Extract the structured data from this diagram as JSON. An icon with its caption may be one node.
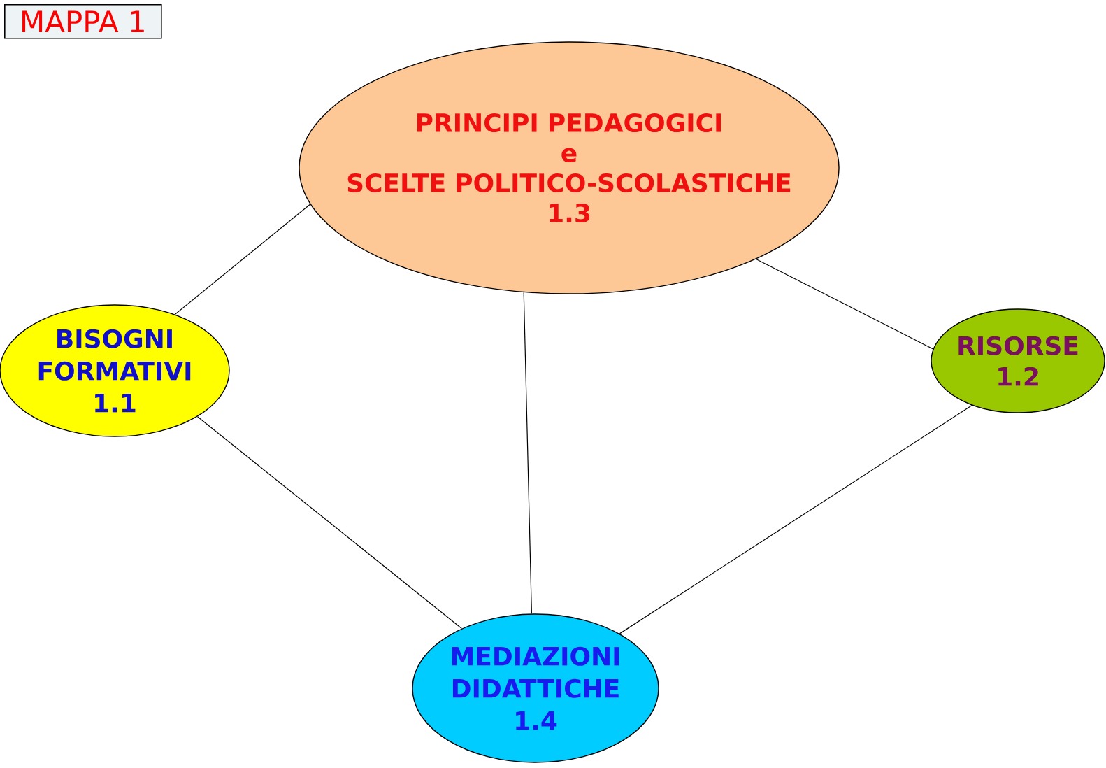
{
  "diagram": {
    "title": "MAPPA 1",
    "nodes": [
      {
        "text": [
          "PRINCIPI PEDAGOGICI",
          "e",
          "SCELTE POLITICO-SCOLASTICHE",
          "1.3"
        ]
      },
      {
        "text": [
          "BISOGNI FORMATIVI",
          "1.1"
        ]
      },
      {
        "text": [
          "RISORSE",
          "1.2"
        ]
      },
      {
        "text": [
          "MEDIAZIONI DIDATTICHE",
          "1.4"
        ]
      }
    ],
    "edges": [
      {
        "from": 0,
        "to": 1,
        "arrow": "none"
      },
      {
        "from": 0,
        "to": 2,
        "arrow": "none"
      },
      {
        "from": 0,
        "to": 3,
        "arrow": "none"
      },
      {
        "from": 1,
        "to": 3,
        "arrow": "none"
      },
      {
        "from": 2,
        "to": 3,
        "arrow": "none"
      }
    ]
  }
}
